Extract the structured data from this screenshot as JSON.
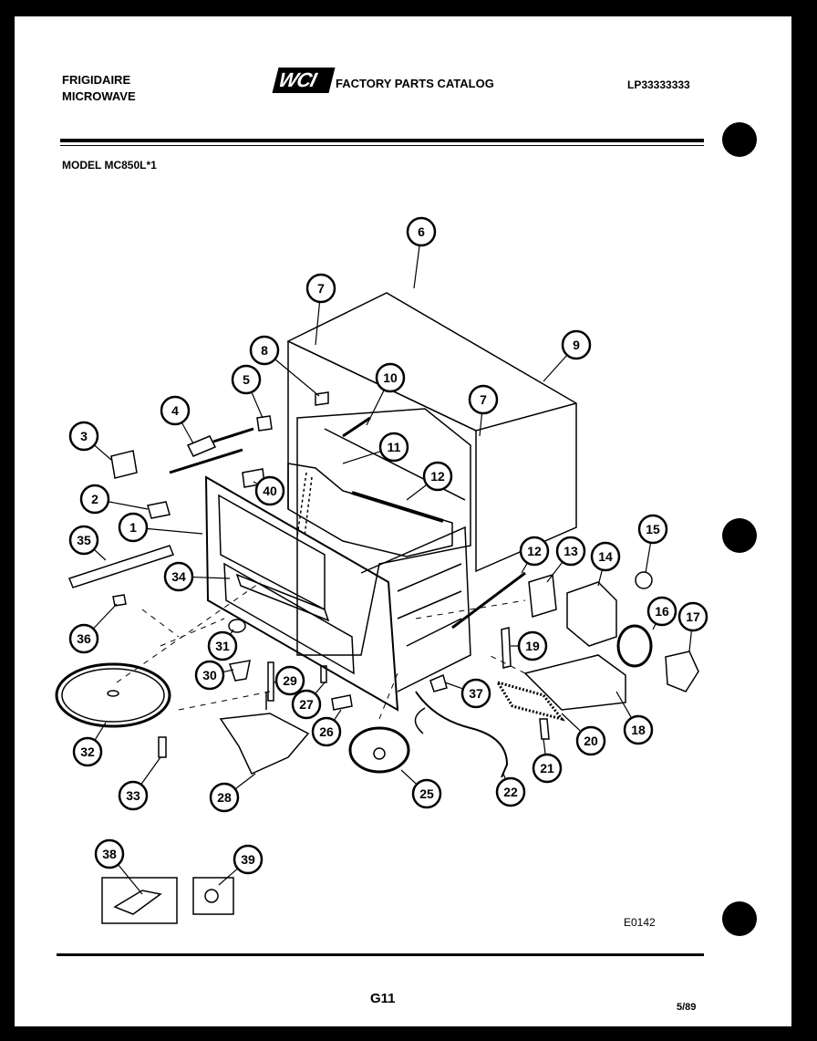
{
  "header": {
    "brand_line1": "FRIGIDAIRE",
    "brand_line2": "MICROWAVE",
    "logo_text": "WCI",
    "catalog_title": "FACTORY PARTS CATALOG",
    "catalog_number": "LP33333333"
  },
  "model": "MODEL MC850L*1",
  "diagram": {
    "callouts": [
      "1",
      "2",
      "3",
      "4",
      "5",
      "6",
      "7",
      "7",
      "8",
      "9",
      "10",
      "11",
      "12",
      "12",
      "13",
      "14",
      "15",
      "16",
      "17",
      "18",
      "19",
      "20",
      "21",
      "22",
      "25",
      "26",
      "27",
      "28",
      "29",
      "30",
      "31",
      "32",
      "33",
      "34",
      "35",
      "36",
      "37",
      "38",
      "39",
      "40"
    ]
  },
  "figure_code": "E0142",
  "page_number": "G11",
  "date": "5/89",
  "colors": {
    "ink": "#000000",
    "paper": "#ffffff"
  }
}
